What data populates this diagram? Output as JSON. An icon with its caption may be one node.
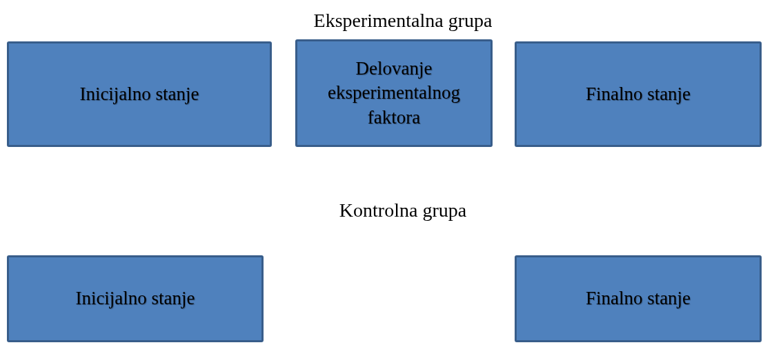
{
  "diagram": {
    "nodes": [
      {
        "text": [
          "Inicijalno stanje"
        ]
      },
      {
        "text": [
          "Delovanje eksperimentalnog faktora"
        ]
      },
      {
        "text": [
          "Finalno stanje"
        ]
      },
      {
        "text": [
          "Inicijalno stanje"
        ]
      },
      {
        "text": [
          "Finalno stanje"
        ]
      }
    ],
    "labels": [
      "Eksperimentalna grupa",
      "Kontrolna grupa"
    ]
  }
}
